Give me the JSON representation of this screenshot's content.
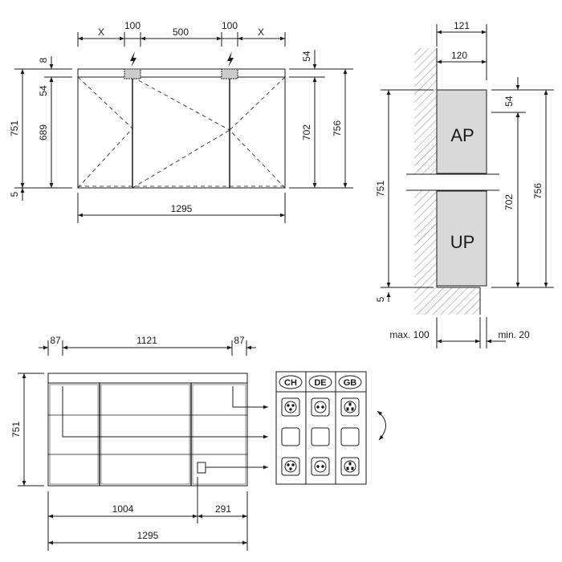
{
  "colors": {
    "line": "#1a1a1a",
    "cabinet_fill": "#ffffff",
    "box_fill": "#d9d9d9",
    "hatch": "#888888",
    "socket_bg": "#ffffff"
  },
  "front": {
    "top_dims": [
      "X",
      "100",
      "500",
      "100",
      "X"
    ],
    "left_dims": [
      "8",
      "54",
      "751",
      "689",
      "5"
    ],
    "right_dims": [
      "54",
      "702",
      "756"
    ],
    "bottom_dim": "1295"
  },
  "side": {
    "top_dims": [
      "121",
      "120"
    ],
    "box_labels": [
      "AP",
      "UP"
    ],
    "left_dims": [
      "751",
      "5"
    ],
    "right_dims": [
      "54",
      "702",
      "756"
    ],
    "bottom_labels": [
      "max. 100",
      "min. 20"
    ]
  },
  "bottom_view": {
    "top_dims": [
      "87",
      "1121",
      "87"
    ],
    "left_dim": "751",
    "bottom_dims": [
      "1004",
      "291",
      "1295"
    ]
  },
  "sockets": {
    "headers": [
      "CH",
      "DE",
      "GB"
    ],
    "rows": [
      [
        "ch-socket-icon",
        "de-socket-icon",
        "gb-socket-icon"
      ],
      [
        "blank-plate",
        "blank-plate",
        "blank-plate"
      ],
      [
        "ch-socket-icon",
        "de-socket-icon",
        "gb-socket-icon"
      ]
    ]
  }
}
